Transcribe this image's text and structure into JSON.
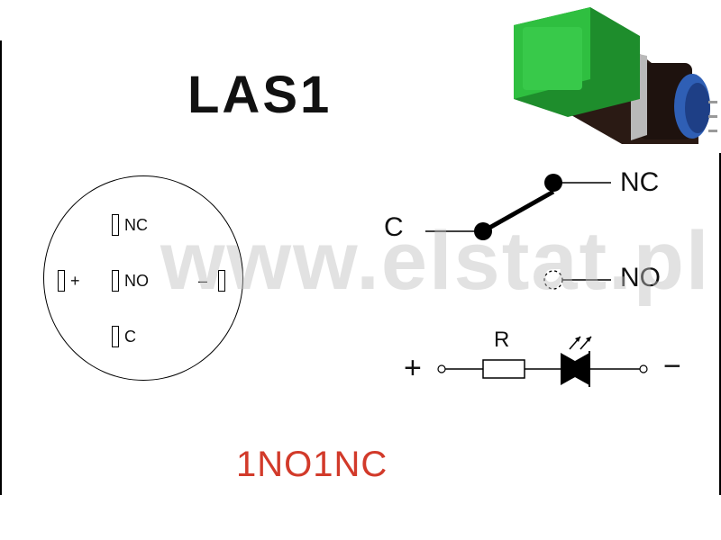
{
  "title": "LAS1",
  "contact_configuration": "1NO1NC",
  "watermark": "www.elstat.pl",
  "socket_pins": {
    "nc": "NC",
    "no": "NO",
    "c": "C",
    "plus": "+",
    "minus": "–"
  },
  "switch_schematic": {
    "nc": "NC",
    "c": "C",
    "no": "NO"
  },
  "led_circuit": {
    "resistor": "R",
    "plus": "+",
    "minus": "−"
  },
  "colors": {
    "accent_red": "#d23a2a",
    "button_green": "#2fae3a"
  }
}
